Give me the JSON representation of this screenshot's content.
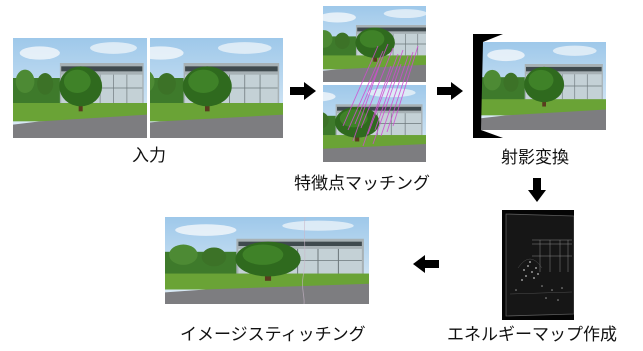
{
  "steps": {
    "input": "入力",
    "feature_matching": "特徴点マッチング",
    "projective_transform": "射影変換",
    "energy_map": "エネルギーマップ作成",
    "stitching": "イメージスティッチング"
  },
  "colors": {
    "sky": "#b9d6ec",
    "grass": "#5f9a2e",
    "tree": "#2f6a1e",
    "building": "#9aa4a8",
    "road": "#7e7e80",
    "match_lines": "#d24bd2",
    "arrow": "#000000"
  }
}
